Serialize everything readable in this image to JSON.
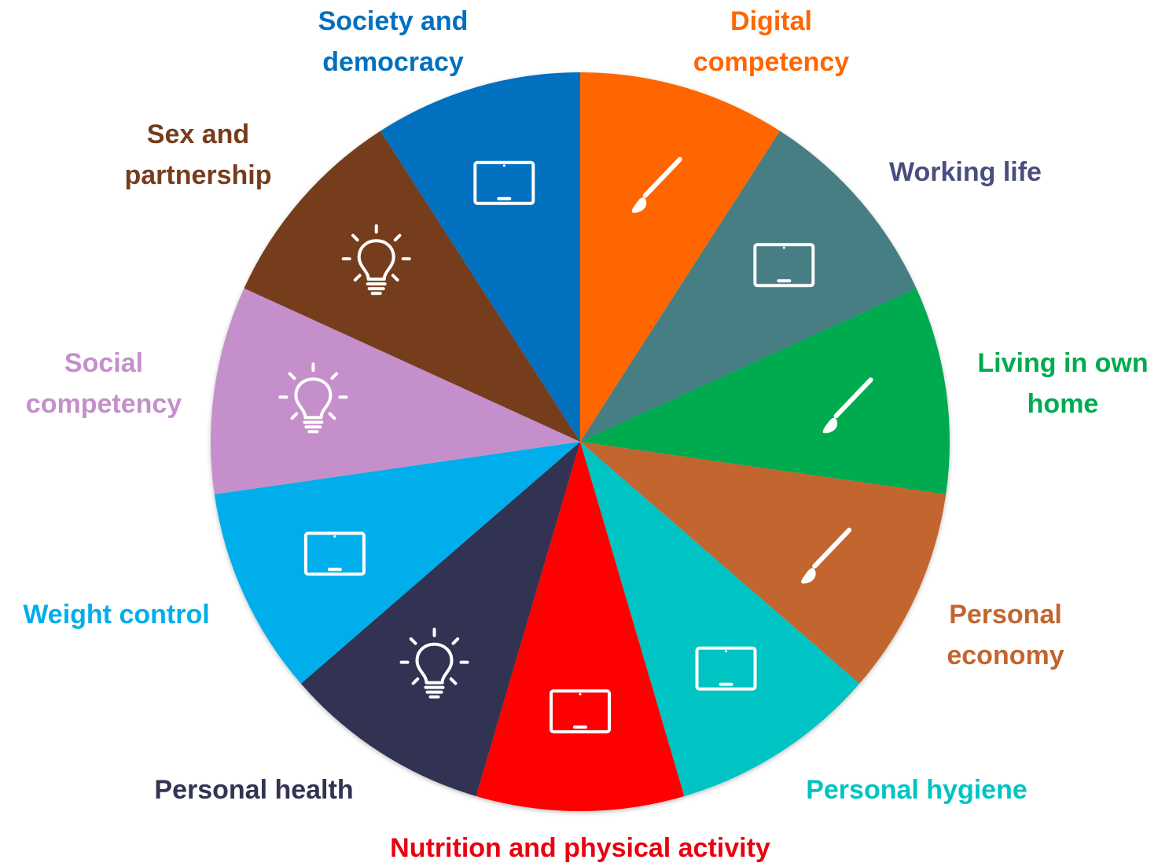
{
  "segments": [
    {
      "label_lines": [
        "Digital",
        "competency"
      ],
      "color": "#FF6600",
      "icon": "paintbrush-icon"
    },
    {
      "label_lines": [
        "Working life"
      ],
      "color": "#467E83",
      "label_color": "#4A4D7F",
      "icon": "tablet-icon"
    },
    {
      "label_lines": [
        "Living in own",
        "home"
      ],
      "color": "#00AA4F",
      "icon": "paintbrush-icon"
    },
    {
      "label_lines": [
        "Personal",
        "economy"
      ],
      "color": "#C3652F",
      "icon": "paintbrush-icon"
    },
    {
      "label_lines": [
        "Personal hygiene"
      ],
      "color": "#00C3C3",
      "icon": "tablet-icon"
    },
    {
      "label_lines": [
        "Nutrition and physical activity"
      ],
      "color": "#FF0000",
      "label_color": "#E8000F",
      "icon": "tablet-icon"
    },
    {
      "label_lines": [
        "Personal health"
      ],
      "color": "#333352",
      "icon": "lightbulb-icon"
    },
    {
      "label_lines": [
        "Weight control"
      ],
      "color": "#00AEEC",
      "icon": "tablet-icon"
    },
    {
      "label_lines": [
        "Social",
        "competency"
      ],
      "color": "#C58FCB",
      "icon": "lightbulb-icon"
    },
    {
      "label_lines": [
        "Sex and",
        "partnership"
      ],
      "color": "#763D1C",
      "icon": "lightbulb-icon"
    },
    {
      "label_lines": [
        "Society and",
        "democracy"
      ],
      "color": "#0070BF",
      "icon": "tablet-icon"
    }
  ]
}
